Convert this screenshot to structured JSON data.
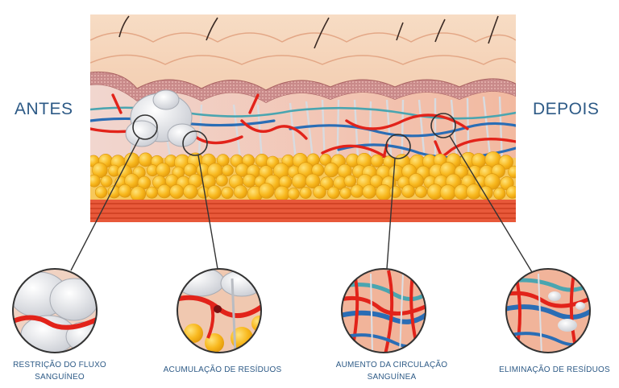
{
  "labels": {
    "before": "ANTES",
    "after": "DEPOIS"
  },
  "callouts": [
    {
      "caption_line1": "RESTRIÇÃO DO FLUXO",
      "caption_line2": "SANGUÍNEO",
      "subject": "restricted-blood-flow"
    },
    {
      "caption_line1": "ACUMULAÇÃO DE RESÍDUOS",
      "caption_line2": "",
      "subject": "waste-accumulation"
    },
    {
      "caption_line1": "AUMENTO DA CIRCULAÇÃO",
      "caption_line2": "SANGUÍNEA",
      "subject": "increased-circulation"
    },
    {
      "caption_line1": "ELIMINAÇÃO DE RESÍDUOS",
      "caption_line2": "",
      "subject": "waste-elimination"
    }
  ],
  "colors": {
    "label_text": "#2d5a86",
    "skin": "#f2c9a6",
    "epidermis": "#c98a8a",
    "dermis": "#f0b9a0",
    "vessel_red": "#e2231a",
    "vessel_blue": "#2a6db5",
    "vessel_teal": "#4aa5b0",
    "fat_yellow": "#f6b51c",
    "muscle": "#e85a3a",
    "cellulite": "#e4e6ea"
  }
}
